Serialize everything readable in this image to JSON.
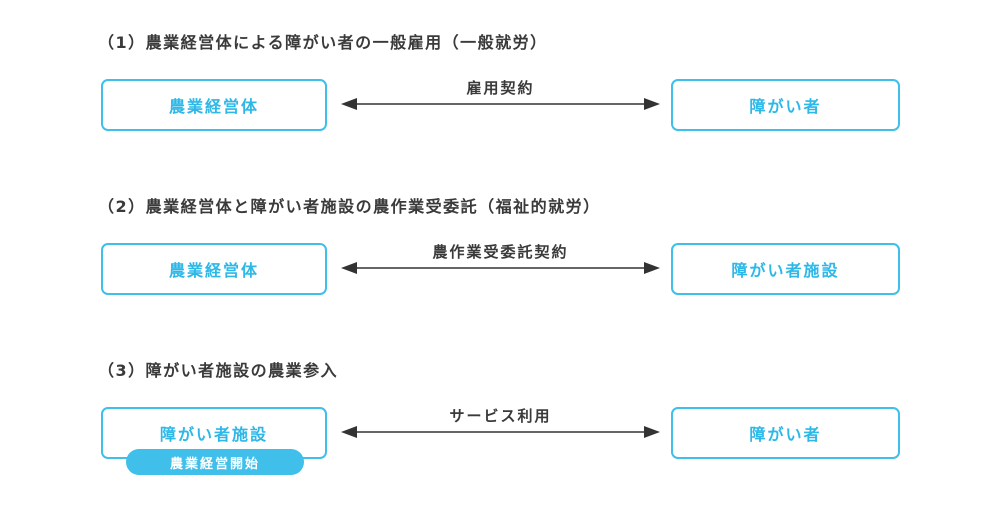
{
  "colors": {
    "accent": "#3fbfea",
    "accent_text": "#2db8e8",
    "heading_text": "#3a3a3a",
    "arrow": "#333333"
  },
  "sections": [
    {
      "heading": "（1）農業経営体による障がい者の一般雇用（一般就労）",
      "left_box": "農業経営体",
      "arrow_label": "雇用契約",
      "right_box": "障がい者"
    },
    {
      "heading": "（2）農業経営体と障がい者施設の農作業受委託（福祉的就労）",
      "left_box": "農業経営体",
      "arrow_label": "農作業受委託契約",
      "right_box": "障がい者施設"
    },
    {
      "heading": "（3）障がい者施設の農業参入",
      "left_box": "障がい者施設",
      "left_badge": "農業経営開始",
      "arrow_label": "サービス利用",
      "right_box": "障がい者"
    }
  ]
}
